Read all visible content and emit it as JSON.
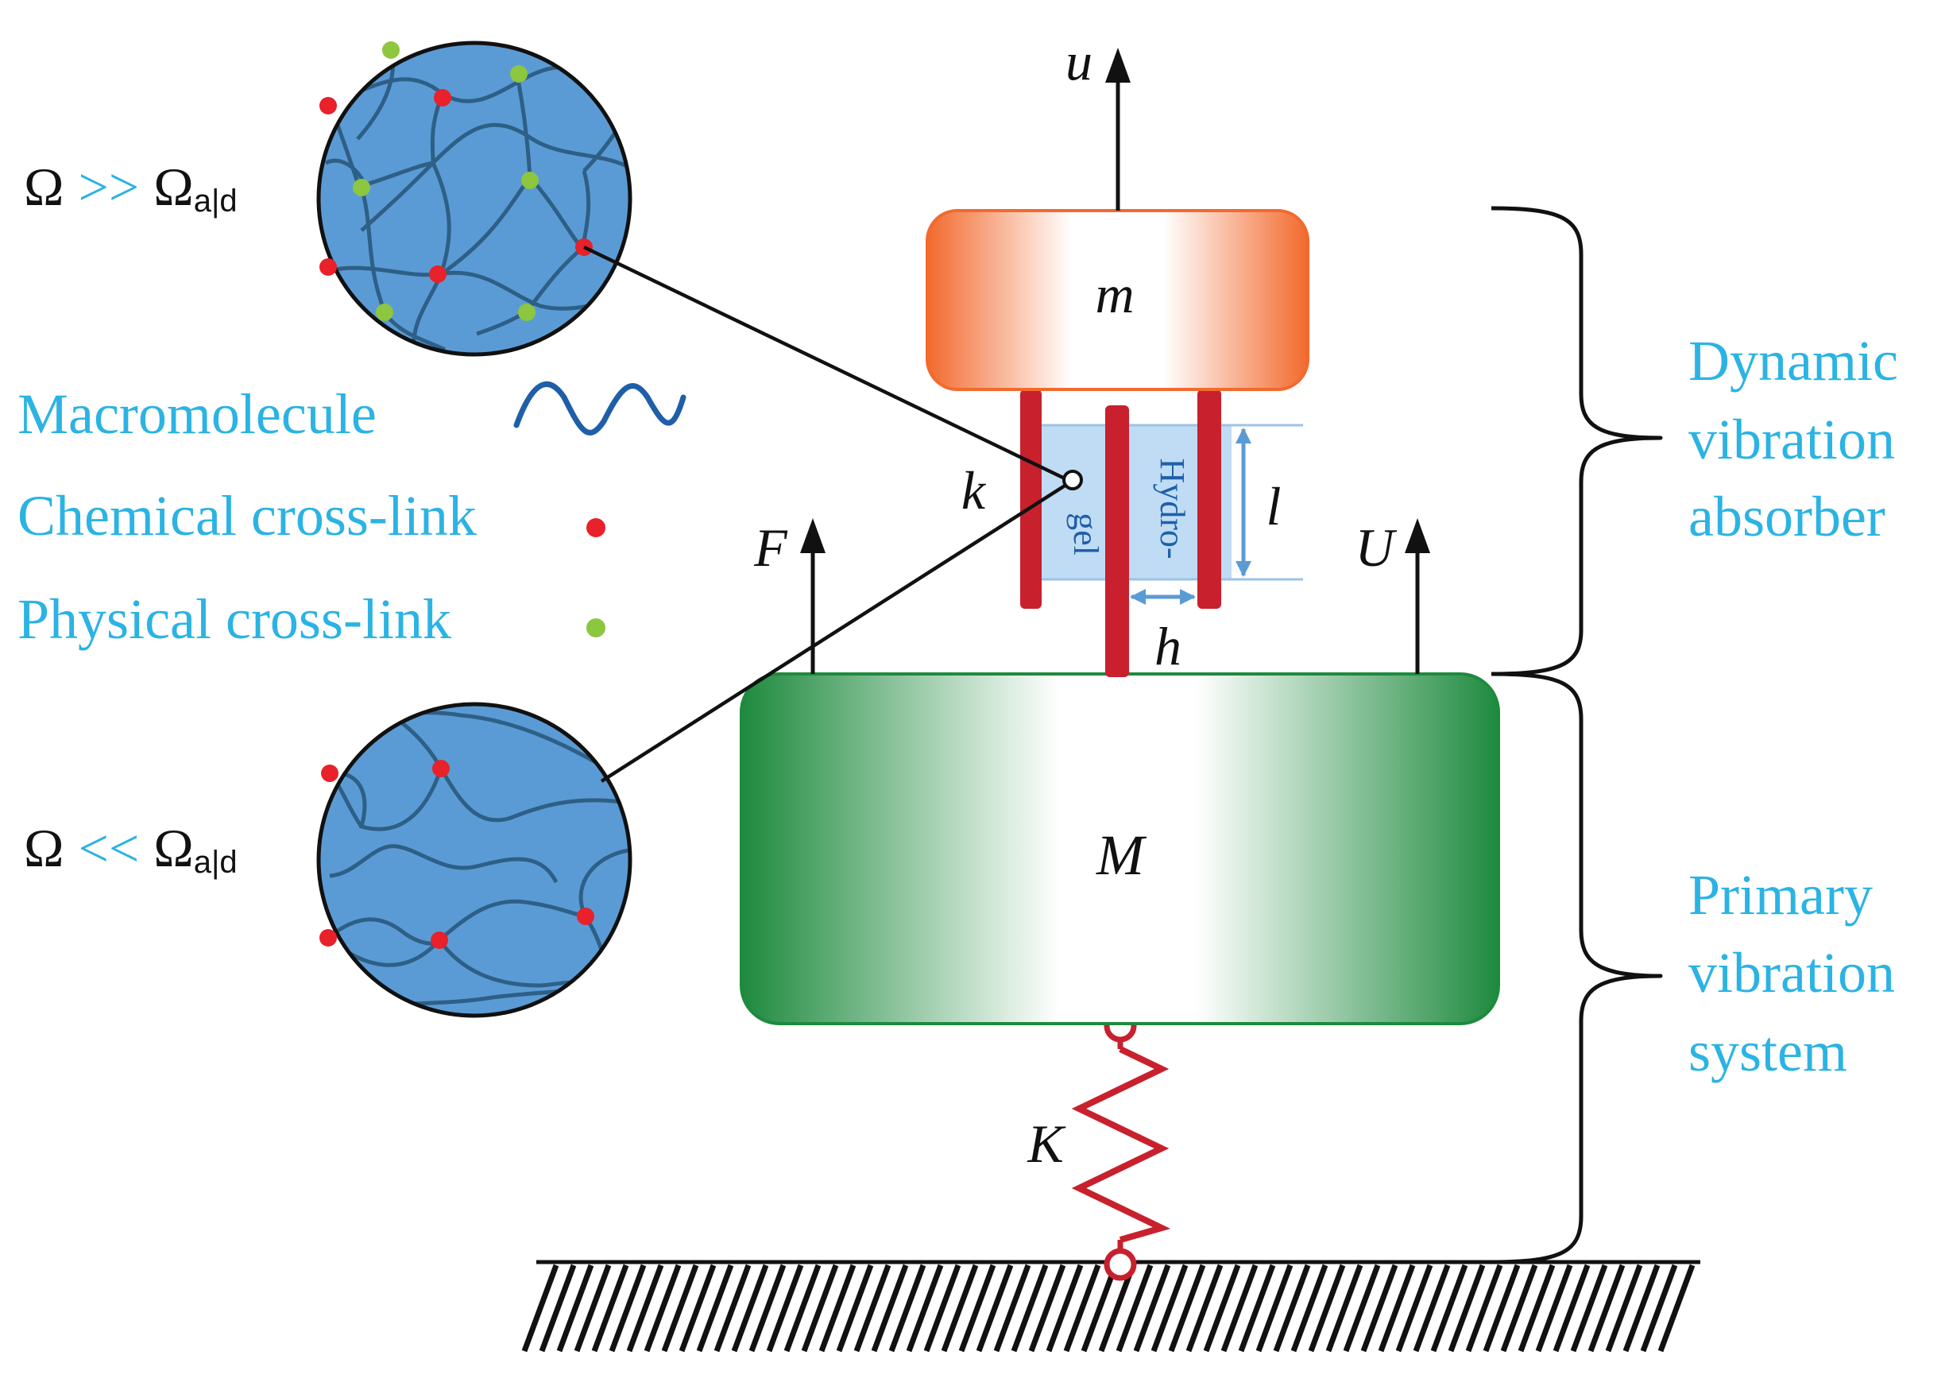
{
  "colors": {
    "label_blue": "#2bb3e3",
    "network_fill": "#5b9bd5",
    "chain_stroke": "#2e5f86",
    "chemical": "#e8212a",
    "physical": "#8dc63f",
    "absorber_mass": "#f26a2e",
    "primary_mass": "#1e8a3e",
    "rod_red": "#c8202d",
    "hydrogel_blue": "#a9d0f0",
    "dim_blue": "#5b9bd5",
    "black": "#111111"
  },
  "regimes": {
    "high": {
      "omega": "Ω",
      "relation": ">>",
      "omega2": "Ω",
      "sub": "a|d"
    },
    "low": {
      "omega": "Ω",
      "relation": "<<",
      "omega2": "Ω",
      "sub": "a|d"
    }
  },
  "legend": {
    "macromolecule": "Macromolecule",
    "chemical": "Chemical cross-link",
    "physical": "Physical cross-link"
  },
  "labels": {
    "absorber_mass": "m",
    "primary_mass": "M",
    "absorber_disp": "u",
    "primary_disp": "U",
    "force": "F",
    "stiffness": "k",
    "primary_stiffness": "K",
    "gel_length": "l",
    "gel_thickness": "h",
    "hydrogel_top": "Hydro-",
    "hydrogel_bottom": "gel"
  },
  "braces": {
    "absorber": [
      "Dynamic",
      "vibration",
      "absorber"
    ],
    "primary": [
      "Primary",
      "vibration",
      "system"
    ]
  }
}
